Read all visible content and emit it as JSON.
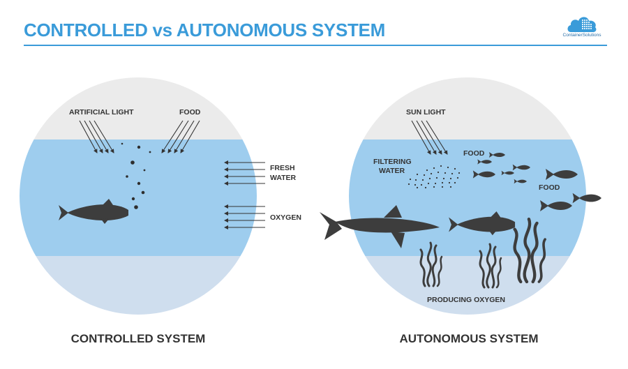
{
  "header": {
    "title": "CONTROLLED vs AUTONOMOUS SYSTEM",
    "logo_text": "ContainerSolutions"
  },
  "controlled": {
    "caption": "CONTROLLED SYSTEM",
    "light_label": "ARTIFICIAL LIGHT",
    "food_label": "FOOD",
    "water_label_1": "FRESH",
    "water_label_2": "WATER",
    "oxygen_label": "OXYGEN"
  },
  "autonomous": {
    "caption": "AUTONOMOUS SYSTEM",
    "light_label": "SUN LIGHT",
    "filter_label_1": "FILTERING",
    "filter_label_2": "WATER",
    "food_label_1": "FOOD",
    "food_label_2": "FOOD",
    "oxygen_label": "PRODUCING OXYGEN"
  },
  "colors": {
    "accent": "#3a9bd9",
    "sky": "#ebebeb",
    "water": "#9ecdee",
    "seabed": "#cfdeee",
    "ink": "#333333",
    "creature": "#3d3d3d"
  }
}
